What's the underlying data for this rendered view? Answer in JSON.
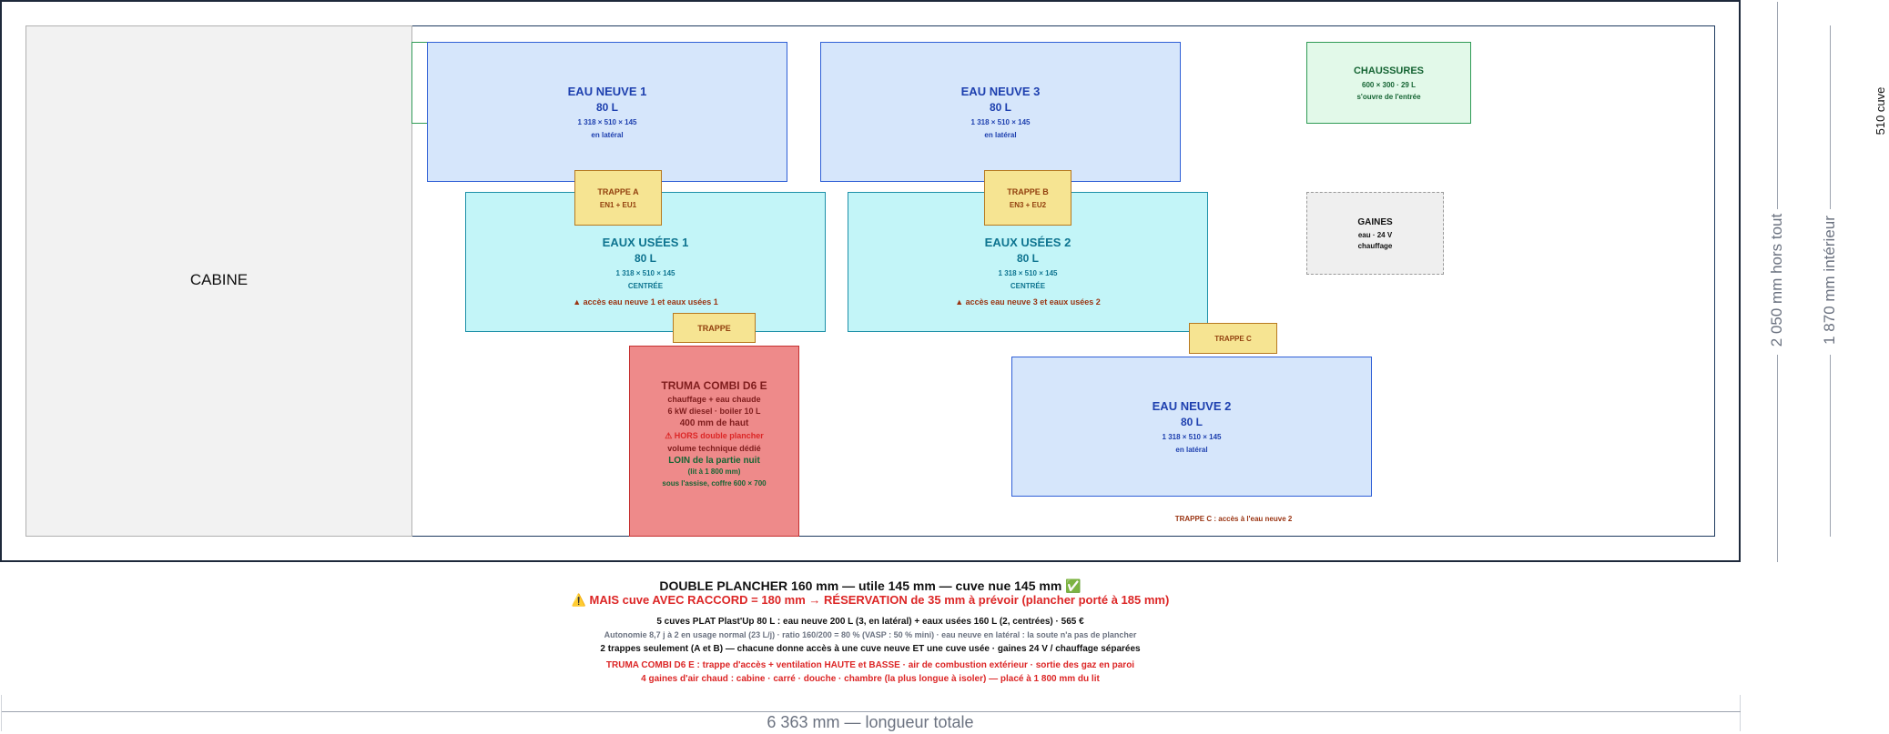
{
  "cabin": {
    "label": "CABINE"
  },
  "tanks": {
    "eau_neuve_1": {
      "title": "EAU NEUVE 1",
      "volume": "80 L",
      "dims": "1 318 × 510 × 145",
      "note": "en latéral"
    },
    "eau_neuve_3": {
      "title": "EAU NEUVE 3",
      "volume": "80 L",
      "dims": "1 318 × 510 × 145",
      "note": "en latéral"
    },
    "eau_neuve_2": {
      "title": "EAU NEUVE 2",
      "volume": "80 L",
      "dims": "1 318 × 510 × 145",
      "note": "en latéral"
    },
    "eaux_usees_1": {
      "title": "EAUX USÉES 1",
      "volume": "80 L",
      "dims": "1 318 × 510 × 145",
      "note": "CENTRÉE",
      "access": "▲ accès eau neuve 1 et eaux usées 1"
    },
    "eaux_usees_2": {
      "title": "EAUX USÉES 2",
      "volume": "80 L",
      "dims": "1 318 × 510 × 145",
      "note": "CENTRÉE",
      "access": "▲ accès eau neuve 3 et eaux usées 2"
    }
  },
  "chaussures": {
    "title": "CHAUSSURES",
    "dims": "600 × 300 · 29 L",
    "note": "s'ouvre de l'entrée"
  },
  "gaines": {
    "title": "GAINES",
    "line1": "eau · 24 V",
    "line2": "chauffage"
  },
  "trappes": {
    "a": {
      "title": "TRAPPE A",
      "sub": "EN1 + EU1"
    },
    "b": {
      "title": "TRAPPE B",
      "sub": "EN3 + EU2"
    },
    "c": {
      "title": "TRAPPE C"
    },
    "truma": {
      "title": "TRAPPE"
    },
    "c_note": "TRAPPE C : accès à l'eau neuve 2"
  },
  "truma": {
    "title": "TRUMA COMBI D6 E",
    "l1": "chauffage + eau chaude",
    "l2": "6 kW diesel · boiler 10 L",
    "l3": "400 mm de haut",
    "l4": "⚠ HORS double plancher",
    "l5": "volume technique dédié",
    "l6": "LOIN de la partie nuit",
    "l7": "(lit à 1 800 mm)",
    "l8": "sous l'assise, coffre 600 × 700"
  },
  "dimensions": {
    "hors_tout": "2 050 mm hors tout",
    "interieur": "1 870 mm intérieur",
    "cuve": "510 cuve",
    "longueur": "6 363 mm — longueur totale"
  },
  "notes": {
    "line1": "DOUBLE PLANCHER 160 mm — utile 145 mm — cuve nue 145 mm ✅",
    "line2": "⚠️ MAIS cuve AVEC RACCORD = 180 mm → RÉSERVATION de 35 mm à prévoir (plancher porté à 185 mm)",
    "line3": "5 cuves PLAT Plast'Up 80 L : eau neuve 200 L (3, en latéral) + eaux usées 160 L (2, centrées) · 565 €",
    "line4": "Autonomie 8,7 j à 2 en usage normal (23 L/j) · ratio 160/200 = 80 % (VASP : 50 % mini) · eau neuve en latéral : la soute n'a pas de plancher",
    "line5": "2 trappes seulement (A et B) — chacune donne accès à une cuve neuve ET une cuve usée · gaines 24 V / chauffage séparées",
    "line6": "TRUMA COMBI D6 E : trappe d'accès + ventilation HAUTE et BASSE · air de combustion extérieur · sortie des gaz en paroi",
    "line7": "4 gaines d'air chaud : cabine · carré · douche · chambre (la plus longue à isoler) — placé à 1 800 mm du lit"
  }
}
